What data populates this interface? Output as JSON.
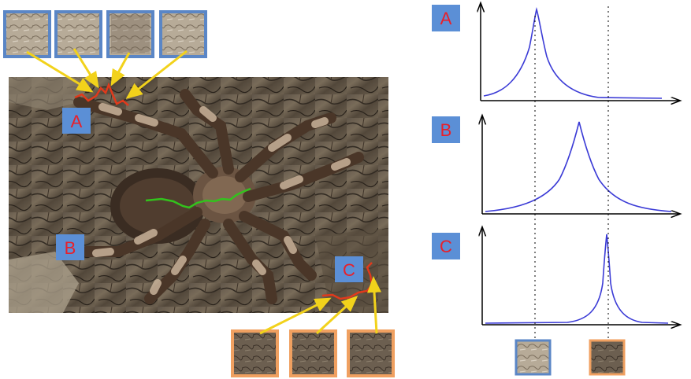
{
  "labels": {
    "region_a": "A",
    "region_b": "B",
    "region_c": "C",
    "plot_a": "A",
    "plot_b": "B",
    "plot_c": "C"
  },
  "colors": {
    "label_box_fill": "#5b8fd6",
    "label_text": "#e8202a",
    "blue_frame": "#5a86c6",
    "orange_frame": "#f0a060",
    "yellow_arrow": "#f2d21b",
    "red_boundary": "#e03a1c",
    "green_boundary": "#33c21d",
    "curve": "#3b3bd6"
  },
  "icons": {
    "tarantula_photo": "tarantula-on-bark-photo",
    "bark_texture_patch": "bark-texture-thumbnail",
    "bark_dark_patch": "dark-bark-texture-thumbnail"
  }
}
